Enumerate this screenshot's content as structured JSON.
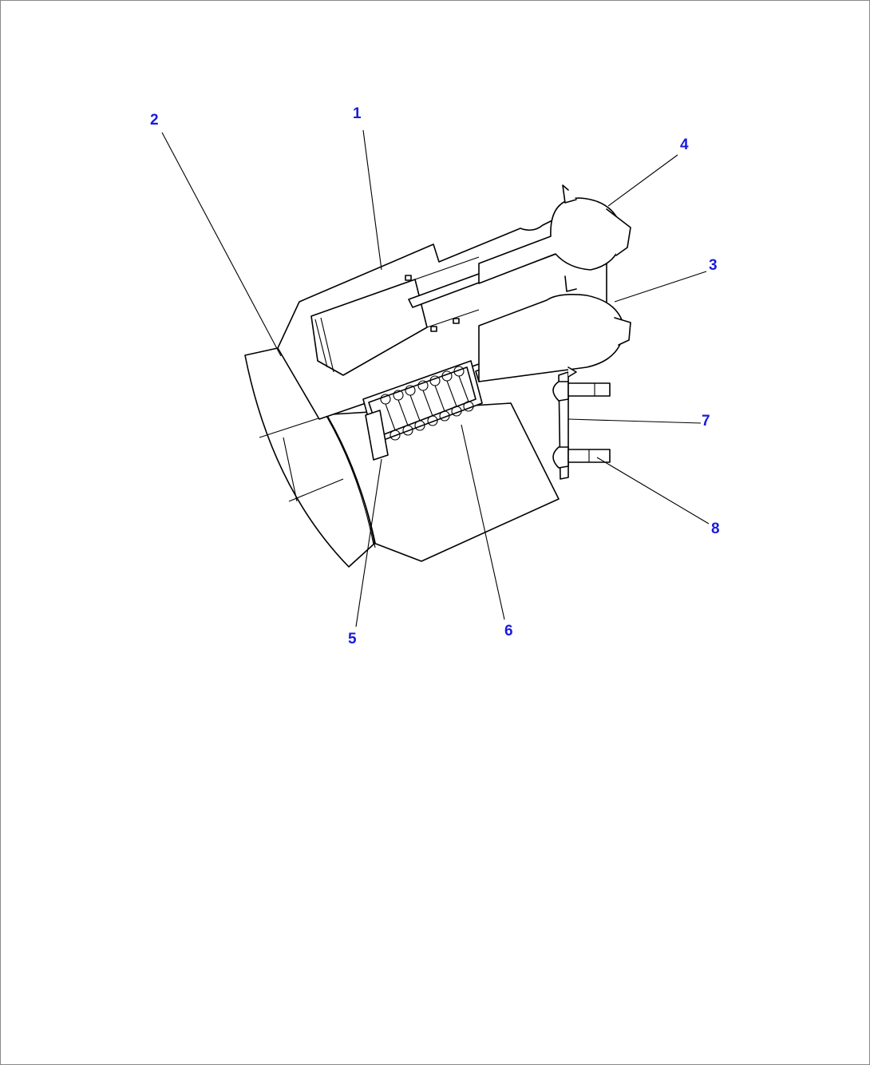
{
  "colors": {
    "callout": "#1a1adf",
    "line": "#000000",
    "background": "#ffffff",
    "border": "#888888"
  },
  "callouts": [
    {
      "id": "1",
      "label": "1"
    },
    {
      "id": "2",
      "label": "2"
    },
    {
      "id": "3",
      "label": "3"
    },
    {
      "id": "4",
      "label": "4"
    },
    {
      "id": "5",
      "label": "5"
    },
    {
      "id": "6",
      "label": "6"
    },
    {
      "id": "7",
      "label": "7"
    },
    {
      "id": "8",
      "label": "8"
    }
  ]
}
